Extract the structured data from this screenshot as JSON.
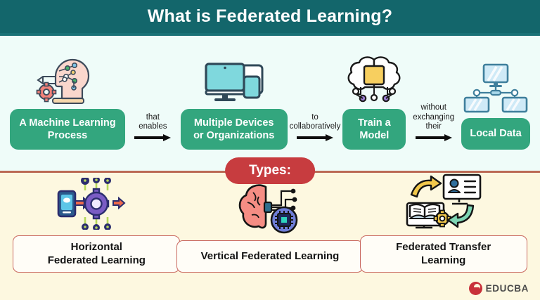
{
  "header": {
    "title": "What is Federated Learning?",
    "bg_color": "#13666b"
  },
  "flow": {
    "section_bg": "#effcf9",
    "pill_color": "#33a67e",
    "steps": [
      {
        "icon": "ai-head-gear-icon",
        "label": "A Machine\nLearning Process"
      },
      {
        "icon": "devices-monitor-phone-icon",
        "label": "Multiple Devices\nor Organizations"
      },
      {
        "icon": "brain-chip-network-icon",
        "label": "Train a\nModel"
      },
      {
        "icon": "networked-computers-icon",
        "label": "Local Data"
      }
    ],
    "connectors": [
      {
        "label": "that\nenables"
      },
      {
        "label": "to\ncollaboratively"
      },
      {
        "label": "without\nexchanging\ntheir"
      }
    ]
  },
  "types_badge": {
    "label": "Types:",
    "color": "#c73c3f"
  },
  "types": {
    "section_bg": "#fdf8e0",
    "border_color": "#c9685f",
    "items": [
      {
        "icon": "phone-gear-network-icon",
        "label": "Horizontal\nFederated Learning"
      },
      {
        "icon": "brain-circuit-chip-icon",
        "label": "Vertical Federated Learning"
      },
      {
        "icon": "knowledge-transfer-icon",
        "label": "Federated Transfer\nLearning"
      }
    ]
  },
  "logo": {
    "text": "EDUCBA",
    "mark": "educba-e-icon",
    "color": "#c8313a"
  }
}
